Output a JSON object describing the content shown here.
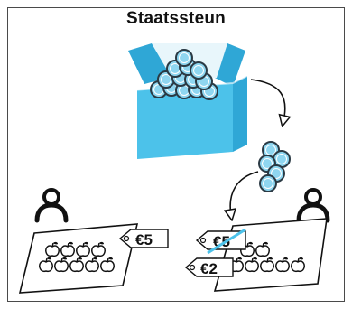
{
  "title": "Staatssteun",
  "colors": {
    "chest": "#4cc2ea",
    "chest_shade": "#2fa7d6",
    "coin": "#8fd6f0",
    "outline": "#111111",
    "frame": "#4a4a4a"
  },
  "icons": [
    "treasure-chest-icon",
    "coin-pile-icon",
    "person-icon",
    "apple-icon",
    "price-tag-icon",
    "arrow-icon"
  ],
  "left_stall": {
    "price_tag": "€5"
  },
  "right_stall": {
    "old_price_tag": "€5",
    "new_price_tag": "€2"
  }
}
